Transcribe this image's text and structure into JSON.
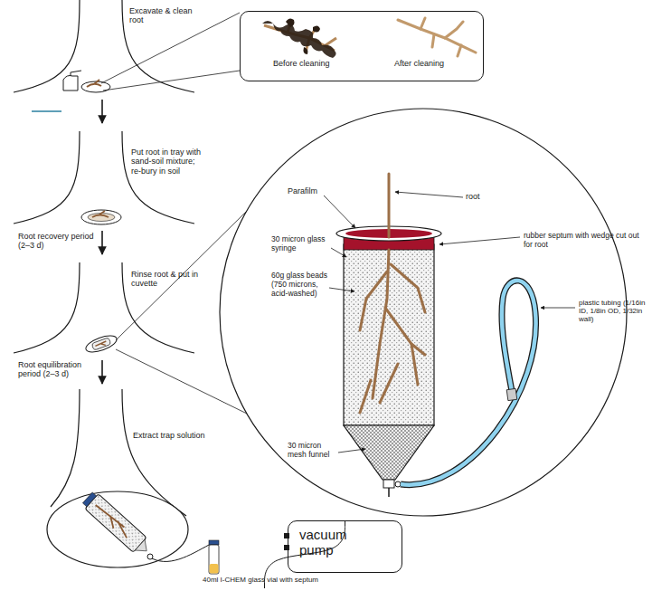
{
  "diagram": {
    "nodes": [
      {
        "text": [
          "Before cleaning",
          "After cleaning"
        ]
      },
      {
        "text": [
          "vacuum pump"
        ]
      },
      {
        "text": [
          "40ml I-CHEM glass vial with septum"
        ]
      }
    ],
    "edges": [
      {
        "from": 2,
        "to": 1,
        "arrow": "none"
      }
    ],
    "labels": [
      "Excavate & clean root",
      "Put root in tray with sand-soil mixture; re-bury in soil",
      "Root recovery period (2–3 d)",
      "Rinse root & put in cuvette",
      "Root equilibration period (2–3 d)",
      "Extract trap solution",
      "Parafilm",
      "root",
      "rubber septum with wedge cut out for root",
      "30 micron glass syringe",
      "60g glass beads (750 microns, acid-washed)",
      "plastic tubing (1/16in ID, 1/8in OD, 1/32in wall)",
      "30 micron mesh funnel"
    ]
  }
}
